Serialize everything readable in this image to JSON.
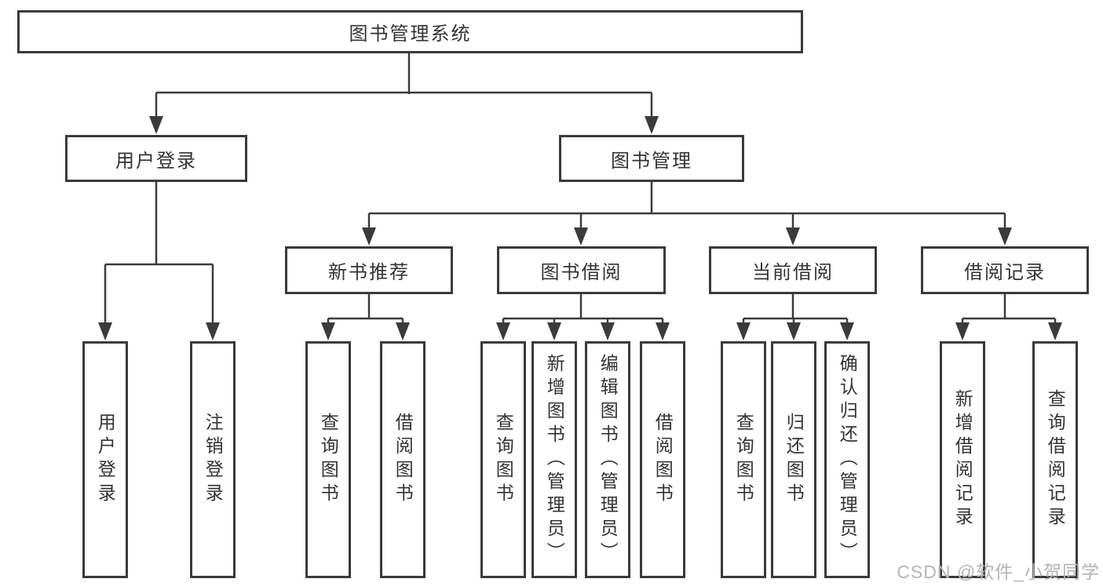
{
  "diagram": {
    "title": "图书管理系统",
    "branches": [
      {
        "label": "用户登录",
        "children": [
          {
            "label": "用户登录"
          },
          {
            "label": "注销登录"
          }
        ]
      },
      {
        "label": "图书管理",
        "children": [
          {
            "label": "新书推荐",
            "children": [
              {
                "label": "查询图书"
              },
              {
                "label": "借阅图书"
              }
            ]
          },
          {
            "label": "图书借阅",
            "children": [
              {
                "label": "查询图书"
              },
              {
                "label": "新增图书（管理员）"
              },
              {
                "label": "编辑图书（管理员）"
              },
              {
                "label": "借阅图书"
              }
            ]
          },
          {
            "label": "当前借阅",
            "children": [
              {
                "label": "查询图书"
              },
              {
                "label": "归还图书"
              },
              {
                "label": "确认归还（管理员）"
              }
            ]
          },
          {
            "label": "借阅记录",
            "children": [
              {
                "label": "新增借阅记录"
              },
              {
                "label": "查询借阅记录"
              }
            ]
          }
        ]
      }
    ],
    "watermark": "CSDN @软件_小贺同学",
    "colors": {
      "line": "#3b3b3b",
      "box_border": "#3a3a3a",
      "text": "#333333",
      "watermark": "#b5b5b5",
      "background": "#ffffff"
    }
  }
}
